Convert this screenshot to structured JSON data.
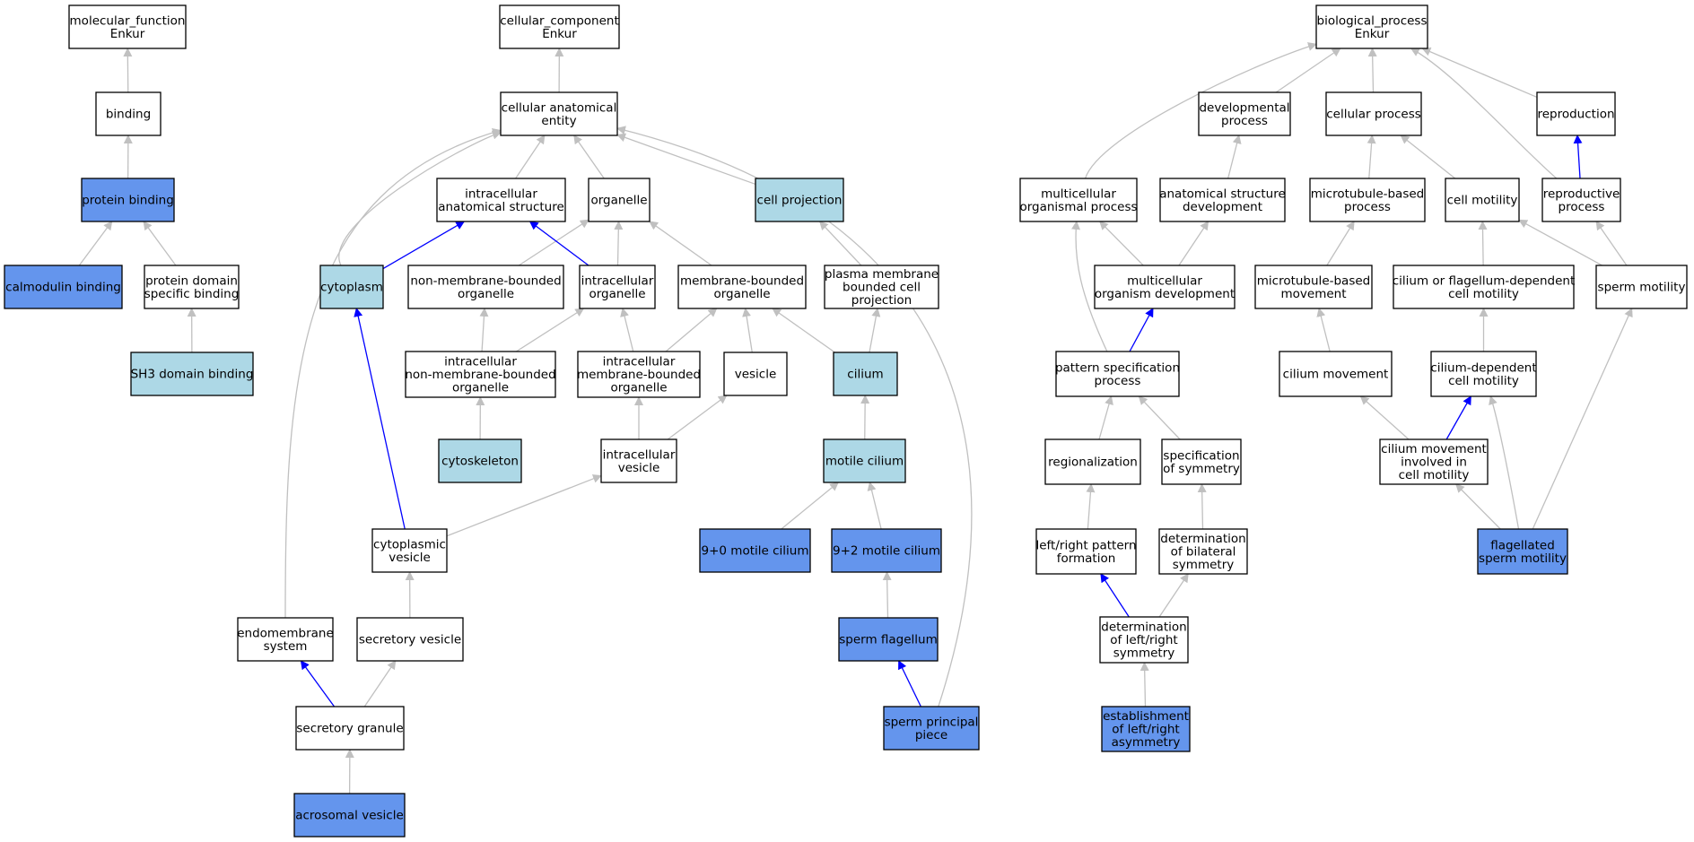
{
  "colors": {
    "plain": "#ffffff",
    "light": "#add8e6",
    "highlight": "#6495ed",
    "edge_gray": "#c0c0c0",
    "edge_blue": "#0000ff"
  },
  "nodes": [
    {
      "id": "mf_root",
      "lines": [
        "molecular_function",
        "Enkur"
      ],
      "style": "plain"
    },
    {
      "id": "binding",
      "lines": [
        "binding"
      ],
      "style": "plain"
    },
    {
      "id": "protein_binding",
      "lines": [
        "protein binding"
      ],
      "style": "highlight"
    },
    {
      "id": "calmodulin_binding",
      "lines": [
        "calmodulin binding"
      ],
      "style": "highlight"
    },
    {
      "id": "protein_domain_binding",
      "lines": [
        "protein domain",
        "specific binding"
      ],
      "style": "plain"
    },
    {
      "id": "sh3_binding",
      "lines": [
        "SH3 domain binding"
      ],
      "style": "light"
    },
    {
      "id": "cc_root",
      "lines": [
        "cellular_component",
        "Enkur"
      ],
      "style": "plain"
    },
    {
      "id": "cae",
      "lines": [
        "cellular anatomical",
        "entity"
      ],
      "style": "plain"
    },
    {
      "id": "ias",
      "lines": [
        "intracellular",
        "anatomical structure"
      ],
      "style": "plain"
    },
    {
      "id": "organelle",
      "lines": [
        "organelle"
      ],
      "style": "plain"
    },
    {
      "id": "cell_projection",
      "lines": [
        "cell projection"
      ],
      "style": "light"
    },
    {
      "id": "cytoplasm",
      "lines": [
        "cytoplasm"
      ],
      "style": "light"
    },
    {
      "id": "nmbo",
      "lines": [
        "non-membrane-bounded",
        "organelle"
      ],
      "style": "plain"
    },
    {
      "id": "io",
      "lines": [
        "intracellular",
        "organelle"
      ],
      "style": "plain"
    },
    {
      "id": "mbo",
      "lines": [
        "membrane-bounded",
        "organelle"
      ],
      "style": "plain"
    },
    {
      "id": "pmbcp",
      "lines": [
        "plasma membrane",
        "bounded cell",
        "projection"
      ],
      "style": "plain"
    },
    {
      "id": "inmbo",
      "lines": [
        "intracellular",
        "non-membrane-bounded",
        "organelle"
      ],
      "style": "plain"
    },
    {
      "id": "imbo",
      "lines": [
        "intracellular",
        "membrane-bounded",
        "organelle"
      ],
      "style": "plain"
    },
    {
      "id": "vesicle",
      "lines": [
        "vesicle"
      ],
      "style": "plain"
    },
    {
      "id": "cilium",
      "lines": [
        "cilium"
      ],
      "style": "light"
    },
    {
      "id": "cytoskeleton",
      "lines": [
        "cytoskeleton"
      ],
      "style": "light"
    },
    {
      "id": "iv",
      "lines": [
        "intracellular",
        "vesicle"
      ],
      "style": "plain"
    },
    {
      "id": "motile_cilium",
      "lines": [
        "motile cilium"
      ],
      "style": "light"
    },
    {
      "id": "cyt_vesicle",
      "lines": [
        "cytoplasmic",
        "vesicle"
      ],
      "style": "plain"
    },
    {
      "id": "mc90",
      "lines": [
        "9+0 motile cilium"
      ],
      "style": "highlight"
    },
    {
      "id": "mc92",
      "lines": [
        "9+2 motile cilium"
      ],
      "style": "highlight"
    },
    {
      "id": "endomembrane",
      "lines": [
        "endomembrane",
        "system"
      ],
      "style": "plain"
    },
    {
      "id": "sec_vesicle",
      "lines": [
        "secretory vesicle"
      ],
      "style": "plain"
    },
    {
      "id": "sperm_flagellum",
      "lines": [
        "sperm flagellum"
      ],
      "style": "highlight"
    },
    {
      "id": "sec_granule",
      "lines": [
        "secretory granule"
      ],
      "style": "plain"
    },
    {
      "id": "sperm_pp",
      "lines": [
        "sperm principal",
        "piece"
      ],
      "style": "highlight"
    },
    {
      "id": "acrosomal",
      "lines": [
        "acrosomal vesicle"
      ],
      "style": "highlight"
    },
    {
      "id": "bp_root",
      "lines": [
        "biological_process",
        "Enkur"
      ],
      "style": "plain"
    },
    {
      "id": "dev_proc",
      "lines": [
        "developmental",
        "process"
      ],
      "style": "plain"
    },
    {
      "id": "cell_proc",
      "lines": [
        "cellular process"
      ],
      "style": "plain"
    },
    {
      "id": "reproduction",
      "lines": [
        "reproduction"
      ],
      "style": "plain"
    },
    {
      "id": "mop",
      "lines": [
        "multicellular",
        "organismal process"
      ],
      "style": "plain"
    },
    {
      "id": "asd",
      "lines": [
        "anatomical structure",
        "development"
      ],
      "style": "plain"
    },
    {
      "id": "mtbp",
      "lines": [
        "microtubule-based",
        "process"
      ],
      "style": "plain"
    },
    {
      "id": "cell_motility",
      "lines": [
        "cell motility"
      ],
      "style": "plain"
    },
    {
      "id": "repro_proc",
      "lines": [
        "reproductive",
        "process"
      ],
      "style": "plain"
    },
    {
      "id": "mod",
      "lines": [
        "multicellular",
        "organism development"
      ],
      "style": "plain"
    },
    {
      "id": "mtbm",
      "lines": [
        "microtubule-based",
        "movement"
      ],
      "style": "plain"
    },
    {
      "id": "cfdcm",
      "lines": [
        "cilium or flagellum-dependent",
        "cell motility"
      ],
      "style": "plain"
    },
    {
      "id": "sperm_motility",
      "lines": [
        "sperm motility"
      ],
      "style": "plain"
    },
    {
      "id": "psp",
      "lines": [
        "pattern specification",
        "process"
      ],
      "style": "plain"
    },
    {
      "id": "cil_move",
      "lines": [
        "cilium movement"
      ],
      "style": "plain"
    },
    {
      "id": "cdcm",
      "lines": [
        "cilium-dependent",
        "cell motility"
      ],
      "style": "plain"
    },
    {
      "id": "regionalization",
      "lines": [
        "regionalization"
      ],
      "style": "plain"
    },
    {
      "id": "spec_sym",
      "lines": [
        "specification",
        "of symmetry"
      ],
      "style": "plain"
    },
    {
      "id": "cmicm",
      "lines": [
        "cilium movement",
        "involved in",
        "cell motility"
      ],
      "style": "plain"
    },
    {
      "id": "lrpf",
      "lines": [
        "left/right pattern",
        "formation"
      ],
      "style": "plain"
    },
    {
      "id": "dbs",
      "lines": [
        "determination",
        "of bilateral",
        "symmetry"
      ],
      "style": "plain"
    },
    {
      "id": "fsm",
      "lines": [
        "flagellated",
        "sperm motility"
      ],
      "style": "highlight"
    },
    {
      "id": "dlrs",
      "lines": [
        "determination",
        "of left/right",
        "symmetry"
      ],
      "style": "plain"
    },
    {
      "id": "elra",
      "lines": [
        "establishment",
        "of left/right",
        "asymmetry"
      ],
      "style": "highlight"
    }
  ],
  "edges": [
    {
      "from": "binding",
      "to": "mf_root",
      "color": "gray"
    },
    {
      "from": "protein_binding",
      "to": "binding",
      "color": "gray"
    },
    {
      "from": "calmodulin_binding",
      "to": "protein_binding",
      "color": "gray"
    },
    {
      "from": "protein_domain_binding",
      "to": "protein_binding",
      "color": "gray"
    },
    {
      "from": "sh3_binding",
      "to": "protein_domain_binding",
      "color": "gray"
    },
    {
      "from": "cae",
      "to": "cc_root",
      "color": "gray"
    },
    {
      "from": "ias",
      "to": "cae",
      "color": "gray"
    },
    {
      "from": "organelle",
      "to": "cae",
      "color": "gray"
    },
    {
      "from": "cell_projection",
      "to": "cae",
      "color": "gray"
    },
    {
      "from": "cytoplasm",
      "to": "cae",
      "color": "gray"
    },
    {
      "from": "endomembrane",
      "to": "cae",
      "color": "gray"
    },
    {
      "from": "sperm_pp",
      "to": "cae",
      "color": "gray"
    },
    {
      "from": "cytoplasm",
      "to": "ias",
      "color": "blue"
    },
    {
      "from": "nmbo",
      "to": "organelle",
      "color": "gray"
    },
    {
      "from": "io",
      "to": "organelle",
      "color": "gray"
    },
    {
      "from": "io",
      "to": "ias",
      "color": "blue"
    },
    {
      "from": "mbo",
      "to": "organelle",
      "color": "gray"
    },
    {
      "from": "pmbcp",
      "to": "cell_projection",
      "color": "gray"
    },
    {
      "from": "inmbo",
      "to": "nmbo",
      "color": "gray"
    },
    {
      "from": "inmbo",
      "to": "io",
      "color": "gray"
    },
    {
      "from": "imbo",
      "to": "io",
      "color": "gray"
    },
    {
      "from": "imbo",
      "to": "mbo",
      "color": "gray"
    },
    {
      "from": "vesicle",
      "to": "mbo",
      "color": "gray"
    },
    {
      "from": "cilium",
      "to": "mbo",
      "color": "gray"
    },
    {
      "from": "cilium",
      "to": "pmbcp",
      "color": "gray"
    },
    {
      "from": "cytoskeleton",
      "to": "inmbo",
      "color": "gray"
    },
    {
      "from": "iv",
      "to": "imbo",
      "color": "gray"
    },
    {
      "from": "iv",
      "to": "vesicle",
      "color": "gray"
    },
    {
      "from": "motile_cilium",
      "to": "cilium",
      "color": "gray"
    },
    {
      "from": "cyt_vesicle",
      "to": "iv",
      "color": "gray"
    },
    {
      "from": "cyt_vesicle",
      "to": "cytoplasm",
      "color": "blue"
    },
    {
      "from": "mc90",
      "to": "motile_cilium",
      "color": "gray"
    },
    {
      "from": "mc92",
      "to": "motile_cilium",
      "color": "gray"
    },
    {
      "from": "sec_vesicle",
      "to": "cyt_vesicle",
      "color": "gray"
    },
    {
      "from": "sperm_flagellum",
      "to": "mc92",
      "color": "gray"
    },
    {
      "from": "sec_granule",
      "to": "sec_vesicle",
      "color": "gray"
    },
    {
      "from": "sec_granule",
      "to": "endomembrane",
      "color": "blue"
    },
    {
      "from": "sperm_pp",
      "to": "sperm_flagellum",
      "color": "blue"
    },
    {
      "from": "acrosomal",
      "to": "sec_granule",
      "color": "gray"
    },
    {
      "from": "mop",
      "to": "bp_root",
      "color": "gray"
    },
    {
      "from": "dev_proc",
      "to": "bp_root",
      "color": "gray"
    },
    {
      "from": "cell_proc",
      "to": "bp_root",
      "color": "gray"
    },
    {
      "from": "repro_proc",
      "to": "bp_root",
      "color": "gray"
    },
    {
      "from": "reproduction",
      "to": "bp_root",
      "color": "gray"
    },
    {
      "from": "asd",
      "to": "dev_proc",
      "color": "gray"
    },
    {
      "from": "mtbp",
      "to": "cell_proc",
      "color": "gray"
    },
    {
      "from": "cell_motility",
      "to": "cell_proc",
      "color": "gray"
    },
    {
      "from": "repro_proc",
      "to": "reproduction",
      "color": "blue"
    },
    {
      "from": "mod",
      "to": "mop",
      "color": "gray"
    },
    {
      "from": "mod",
      "to": "asd",
      "color": "gray"
    },
    {
      "from": "mtbm",
      "to": "mtbp",
      "color": "gray"
    },
    {
      "from": "cfdcm",
      "to": "cell_motility",
      "color": "gray"
    },
    {
      "from": "sperm_motility",
      "to": "cell_motility",
      "color": "gray"
    },
    {
      "from": "sperm_motility",
      "to": "repro_proc",
      "color": "gray"
    },
    {
      "from": "psp",
      "to": "mop",
      "color": "gray"
    },
    {
      "from": "psp",
      "to": "mod",
      "color": "blue"
    },
    {
      "from": "cil_move",
      "to": "mtbm",
      "color": "gray"
    },
    {
      "from": "cdcm",
      "to": "cfdcm",
      "color": "gray"
    },
    {
      "from": "regionalization",
      "to": "psp",
      "color": "gray"
    },
    {
      "from": "spec_sym",
      "to": "psp",
      "color": "gray"
    },
    {
      "from": "cmicm",
      "to": "cil_move",
      "color": "gray"
    },
    {
      "from": "cmicm",
      "to": "cdcm",
      "color": "blue"
    },
    {
      "from": "lrpf",
      "to": "regionalization",
      "color": "gray"
    },
    {
      "from": "dbs",
      "to": "spec_sym",
      "color": "gray"
    },
    {
      "from": "fsm",
      "to": "cmicm",
      "color": "gray"
    },
    {
      "from": "fsm",
      "to": "cdcm",
      "color": "gray"
    },
    {
      "from": "fsm",
      "to": "sperm_motility",
      "color": "gray"
    },
    {
      "from": "dlrs",
      "to": "lrpf",
      "color": "blue"
    },
    {
      "from": "dlrs",
      "to": "dbs",
      "color": "gray"
    },
    {
      "from": "elra",
      "to": "dlrs",
      "color": "gray"
    }
  ]
}
